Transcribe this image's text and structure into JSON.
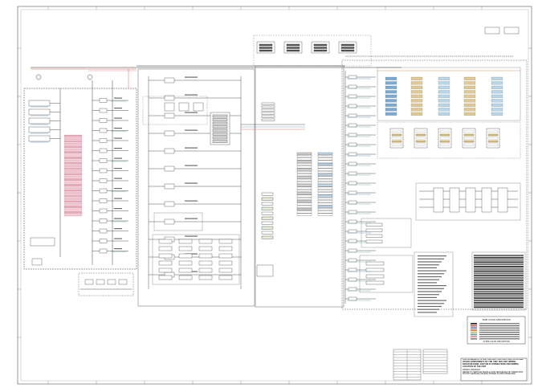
{
  "title_block": {
    "heading": "THIS SCHEMATIC IS FOR THE AHU, CHU, ECU, DRU PLUS AND OTHER COMPONENTS OF THE UNIT. SEE UNIT WIRING DIAGRAM PANEL FOR FIELD CONNECTIONS AND WIRING LOCATION OF THE UNIT",
    "line_2": "WIRING DIAGRAM",
    "note_1": "REFER TO SERVICE MANUAL FOR SEQUENCE OF OPERATION",
    "note_2": "DO NOT SERVICE UNLESS POWER IS DISCONNECTED"
  },
  "legend_box": {
    "title": "WIRE COLOR DESCRIPTION",
    "footer": "OTHER COLOR DESCRIPTION"
  },
  "colors": {
    "line": "#2b2b2b",
    "wire_red": "#d9534f",
    "wire_pink": "#e98aa0",
    "wire_blue": "#4a90c8",
    "wire_teal": "#4fa8a8",
    "wire_tan": "#d8b86a",
    "wire_orange": "#e07b39",
    "frame": "#444444"
  }
}
